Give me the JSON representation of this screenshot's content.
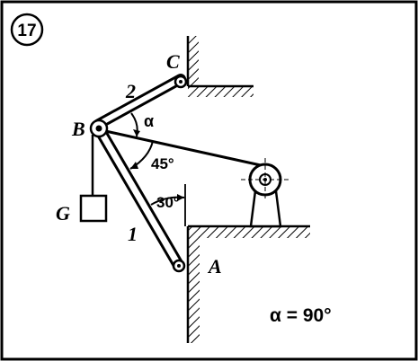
{
  "problem_number": "17",
  "points": {
    "A": "A",
    "B": "B",
    "C": "C",
    "G": "G"
  },
  "rods": {
    "rod_1": "1",
    "rod_2": "2"
  },
  "angles": {
    "alpha_symbol": "α",
    "angle_45": "45°",
    "angle_30": "30°"
  },
  "given": "α = 90°"
}
